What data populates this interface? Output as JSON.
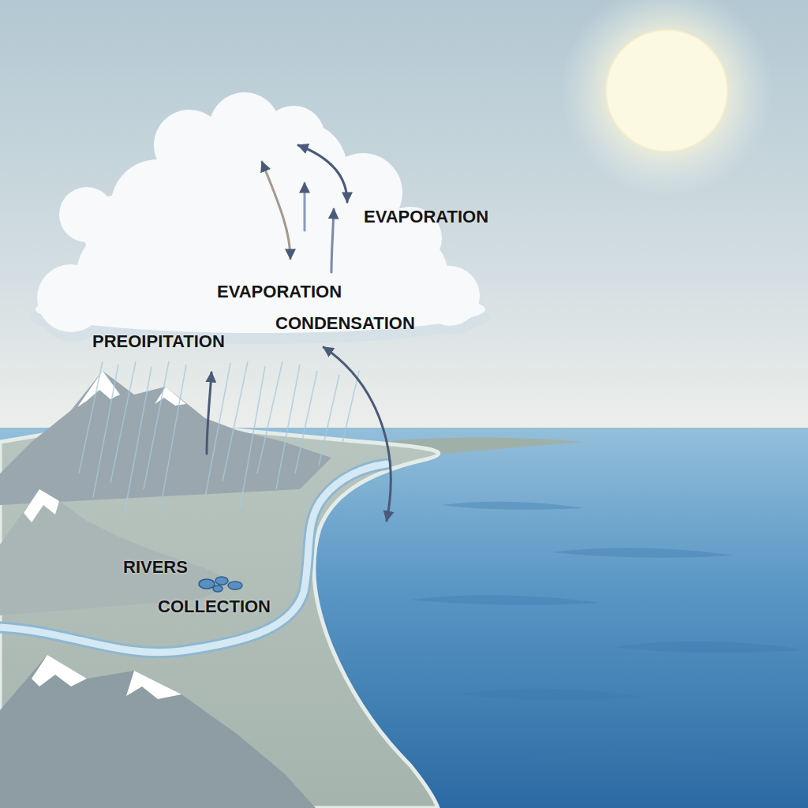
{
  "diagram": {
    "labels": [
      "EVAPORATION",
      "EVAPORATION",
      "CONDENSATION",
      "PREOIPITATION",
      "RIVERS",
      "COLLECTION"
    ]
  }
}
